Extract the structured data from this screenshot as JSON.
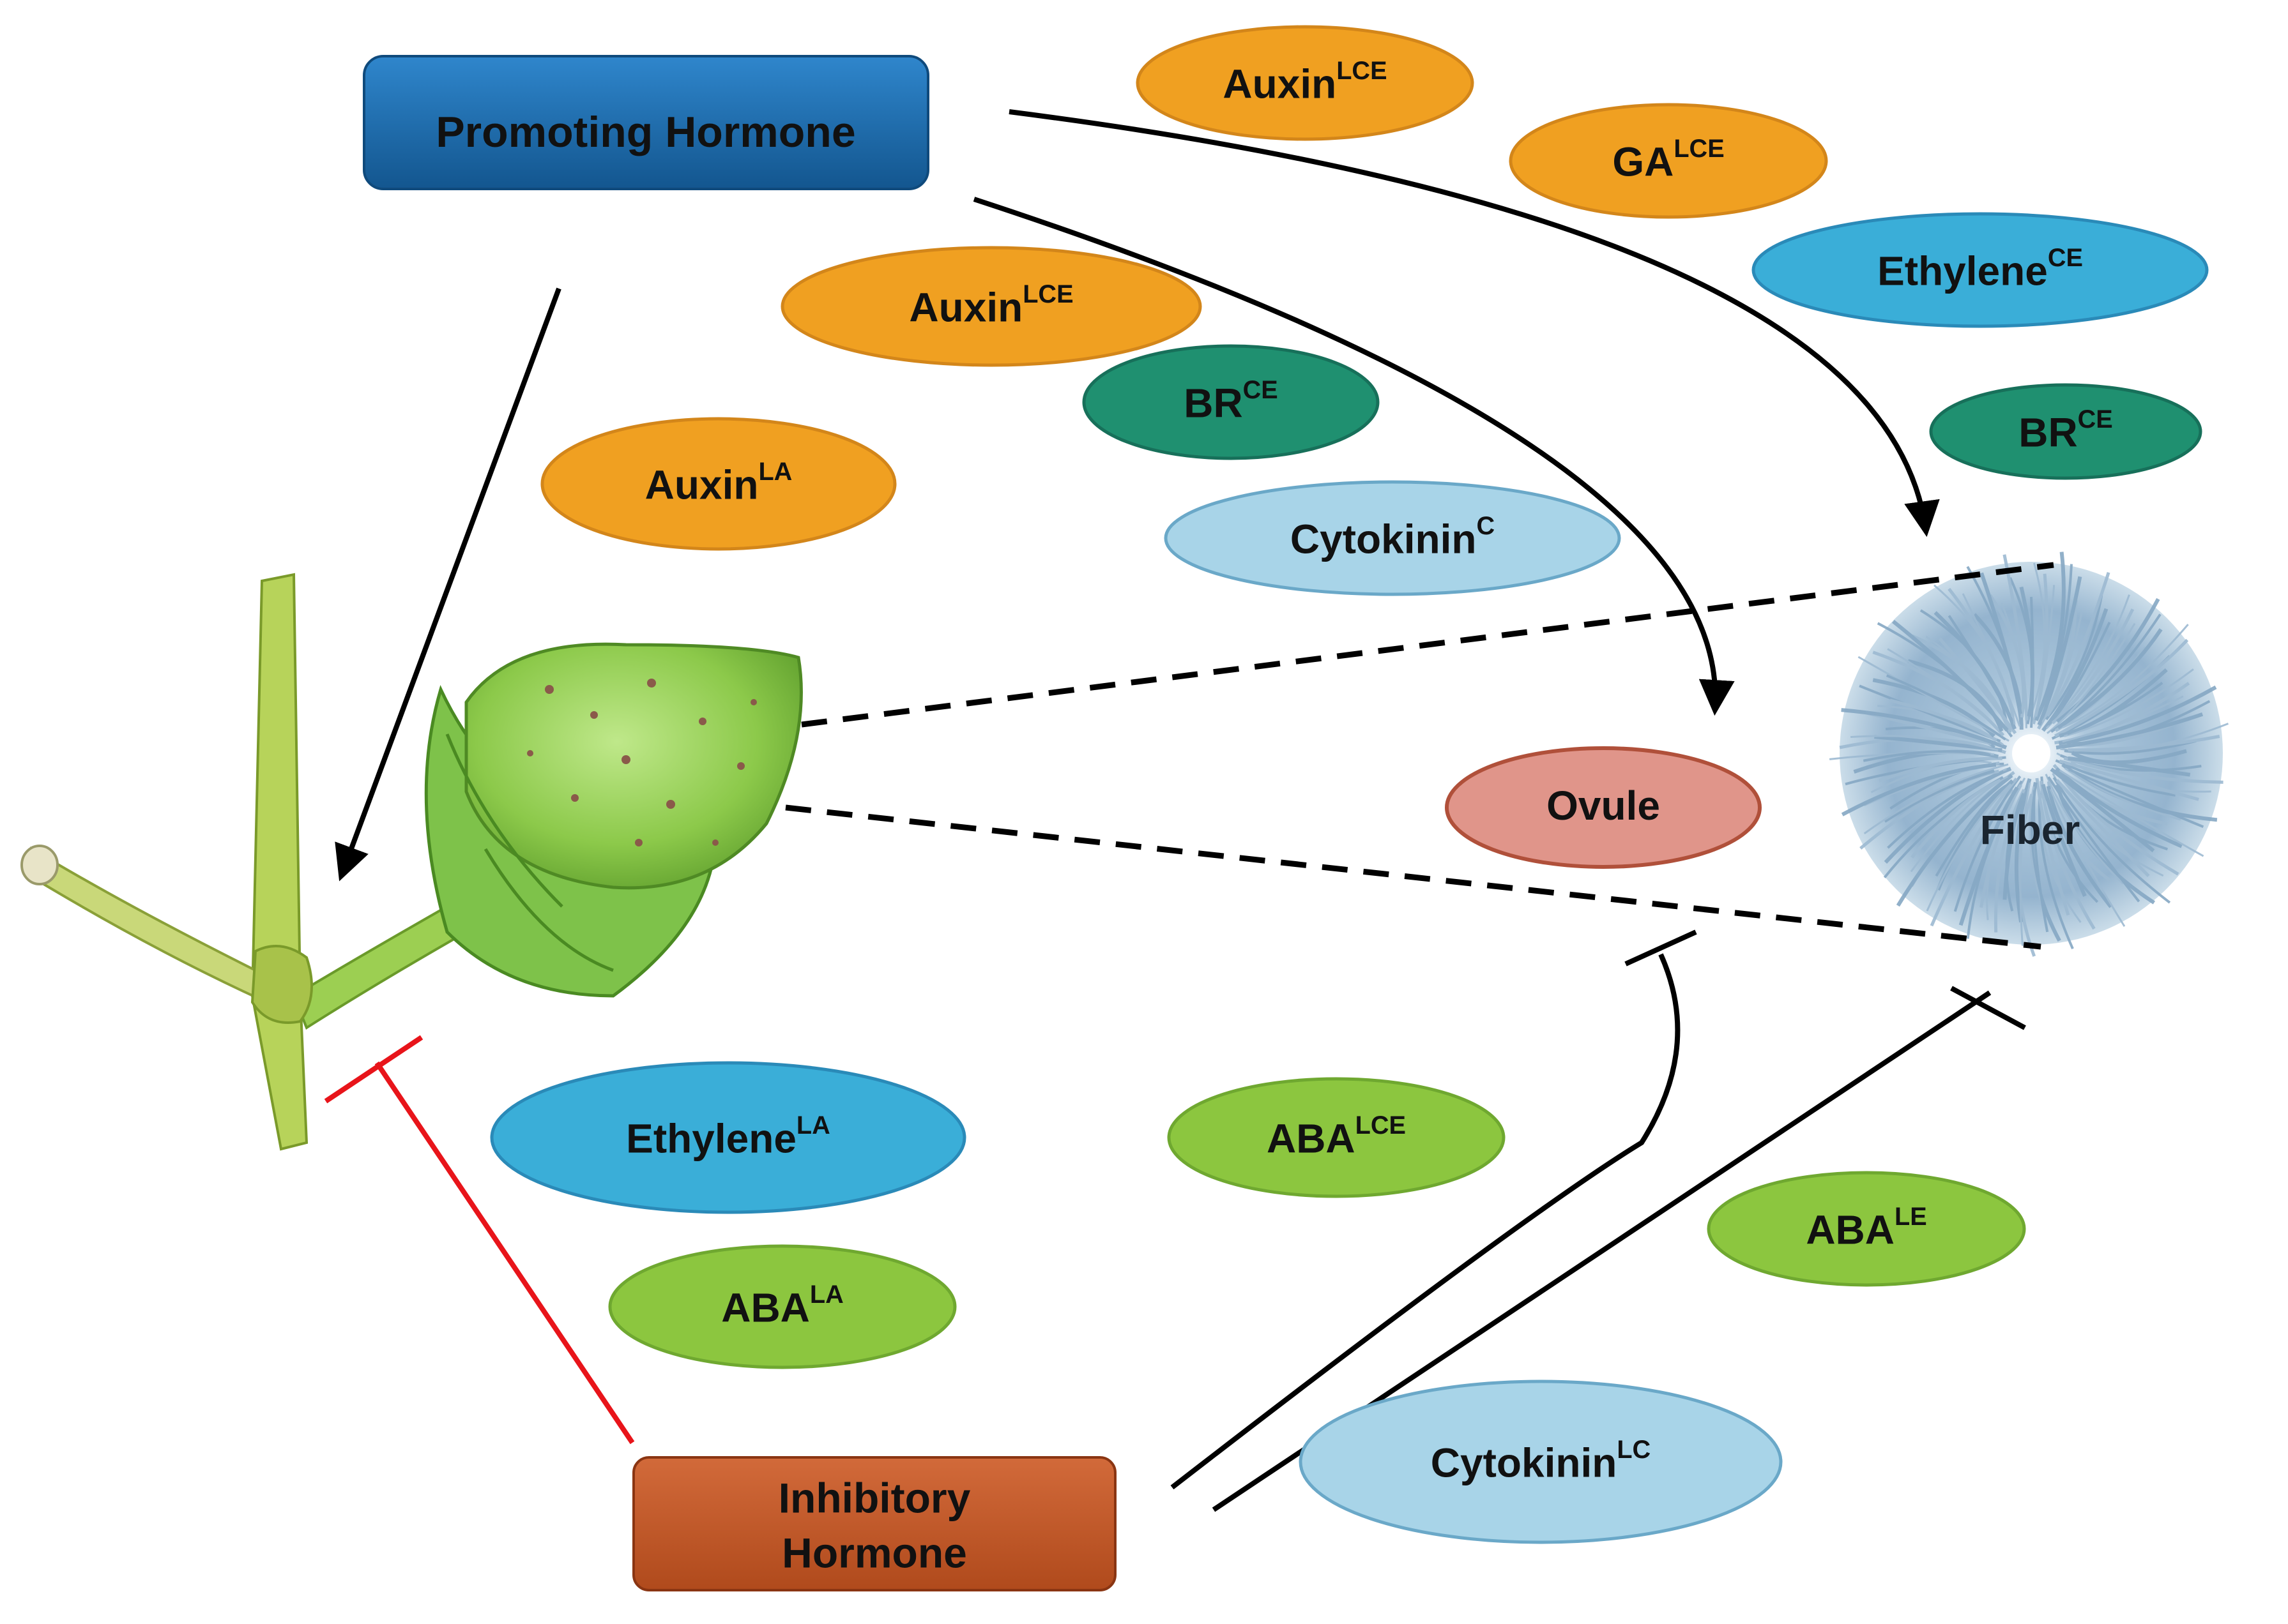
{
  "colors": {
    "orange": "#f0a021",
    "green_dark": "#1f9070",
    "green_light": "#8cc63f",
    "blue_cyan": "#3aaed8",
    "blue_light": "#a8d4e8",
    "ovule": "#e0958a",
    "promoting_box": "#1a69ae",
    "inhibitory_box": "#c45a2a",
    "inhibit_red": "#e8141a",
    "arrow_black": "#000000"
  },
  "promoting_box": {
    "label": "Promoting Hormone"
  },
  "inhibitory_box": {
    "line1": "Inhibitory",
    "line2": "Hormone"
  },
  "ovule_label": "Ovule",
  "fiber_label": "Fiber",
  "hormones": [
    {
      "id": "auxin-lce-top",
      "base": "Auxin",
      "sup": "LCE",
      "color": "orange"
    },
    {
      "id": "ga-lce",
      "base": "GA",
      "sup": "LCE",
      "color": "orange"
    },
    {
      "id": "ethylene-ce",
      "base": "Ethylene",
      "sup": "CE",
      "color": "blue_cyan"
    },
    {
      "id": "br-ce-right",
      "base": "BR",
      "sup": "CE",
      "color": "green_dark"
    },
    {
      "id": "auxin-lce-mid",
      "base": "Auxin",
      "sup": "LCE",
      "color": "orange"
    },
    {
      "id": "br-ce-mid",
      "base": "BR",
      "sup": "CE",
      "color": "green_dark"
    },
    {
      "id": "auxin-la",
      "base": "Auxin",
      "sup": "LA",
      "color": "orange"
    },
    {
      "id": "cytokinin-c",
      "base": "Cytokinin",
      "sup": "C",
      "color": "blue_light"
    },
    {
      "id": "ethylene-la",
      "base": "Ethylene",
      "sup": "LA",
      "color": "blue_cyan"
    },
    {
      "id": "aba-lce",
      "base": "ABA",
      "sup": "LCE",
      "color": "green_light"
    },
    {
      "id": "aba-le",
      "base": "ABA",
      "sup": "LE",
      "color": "green_light"
    },
    {
      "id": "aba-la",
      "base": "ABA",
      "sup": "LA",
      "color": "green_light"
    },
    {
      "id": "cytokinin-lc",
      "base": "Cytokinin",
      "sup": "LC",
      "color": "blue_light"
    }
  ]
}
